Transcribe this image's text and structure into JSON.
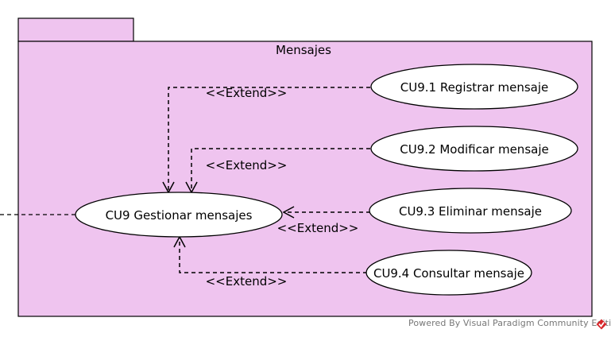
{
  "package": {
    "name": "Mensajes",
    "fill": "#efc4ef",
    "stroke": "#000000"
  },
  "use_cases": {
    "main": "CU9 Gestionar mensajes",
    "uc1": "CU9.1 Registrar mensaje",
    "uc2": "CU9.2 Modificar mensaje",
    "uc3": "CU9.3 Eliminar mensaje",
    "uc4": "CU9.4 Consultar mensaje"
  },
  "relations": {
    "uc1_label": "<<Extend>>",
    "uc2_label": "<<Extend>>",
    "uc3_label": "<<Extend>>",
    "uc4_label": "<<Extend>>"
  },
  "footer": {
    "text": "Powered By Visual Paradigm Community Edition",
    "logo_color": "#d7262b"
  }
}
